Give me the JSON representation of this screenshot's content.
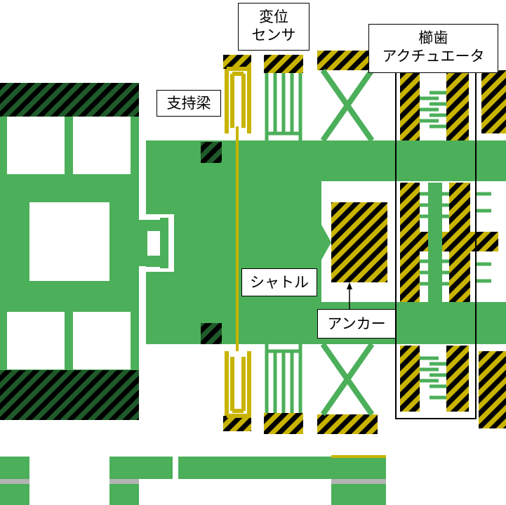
{
  "colors": {
    "structure_green": "#4caf5a",
    "anchor_green_dark": "#1f5a2a",
    "anchor_yellow": "#c8b400",
    "hatch_black": "#000000",
    "gray": "#b4b4b4"
  },
  "labels": {
    "support_beam": "支持梁",
    "displacement_sensor": [
      "変位",
      "センサ"
    ],
    "comb_actuator": [
      "櫛歯",
      "アクチュエータ"
    ],
    "shuttle": "シャトル",
    "anchor": "アンカー"
  }
}
